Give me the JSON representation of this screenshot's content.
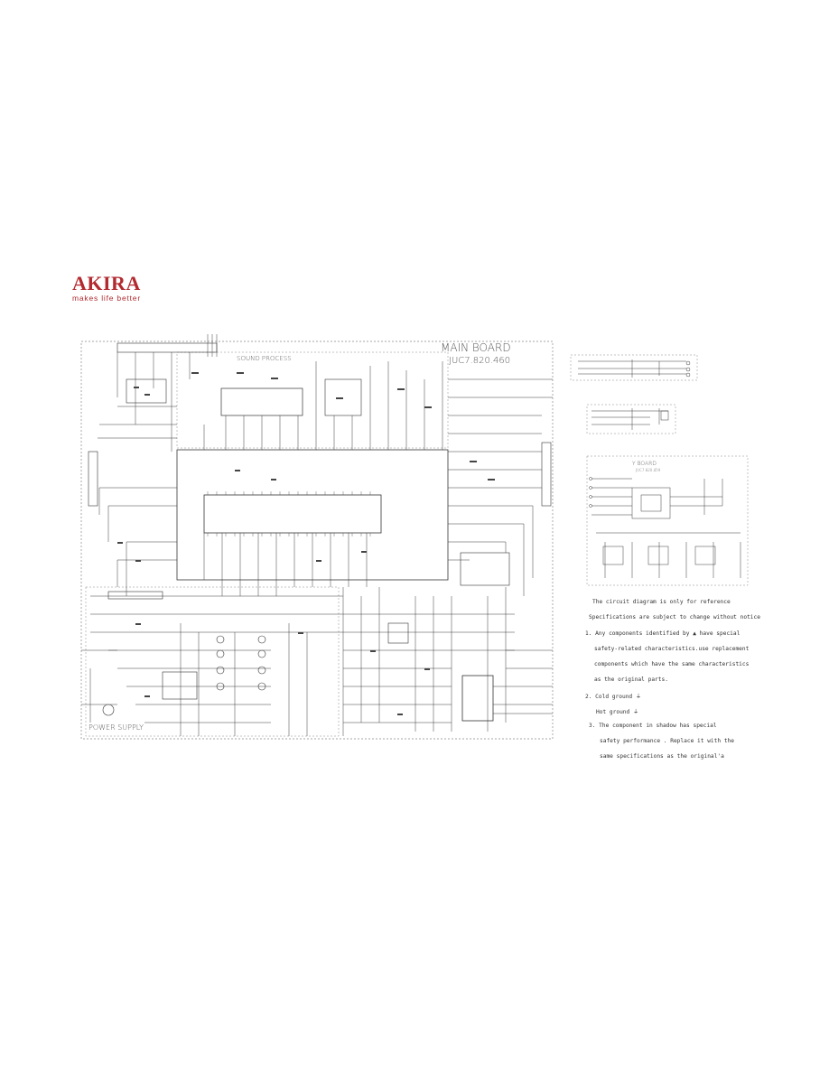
{
  "brand": {
    "name": "AKIRA",
    "tagline": "makes life better",
    "color": "#b22a2f"
  },
  "main_board": {
    "title": "MAIN  BOARD",
    "code": "JUC7.820.460",
    "sound_section": "SOUND PROCESS",
    "power_section": "POWER SUPPLY"
  },
  "y_board": {
    "title": "Y  BOARD",
    "code": "JUC7.820.459"
  },
  "notes": {
    "reference": "The circuit diagram is only for reference",
    "spec_change": "Specifications are subject to change without notice",
    "note1_line1": "1. Any components identified by  ▲  have special",
    "note1_line2": "safety-related characteristics.use replacement",
    "note1_line3": "components which have the same characteristics",
    "note1_line4": "as the original parts.",
    "note2_line1": "2. Cold ground   ⏚",
    "note2_line2": "Hot ground     ⏚",
    "note3_line1": "3. The component in shadow has special",
    "note3_line2": "safety performance . Replace it with the",
    "note3_line3": "same specifications as the original'a"
  },
  "colors": {
    "line": "#3a3a3a",
    "dash": "#777777",
    "text": "#444444"
  }
}
